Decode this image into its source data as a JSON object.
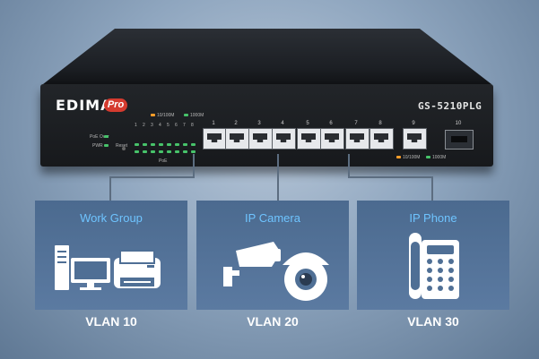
{
  "device": {
    "brand": "EDIMAX",
    "brand_suffix": "Pro",
    "model": "GS-5210PLG",
    "legend_10_100m": "10/100M",
    "legend_1000m": "1000M",
    "label_poe_over": "PoE Over",
    "label_pwr": "PWR",
    "label_reset": "Reset",
    "label_poe": "PoE",
    "ports": [
      "1",
      "2",
      "3",
      "4",
      "5",
      "6",
      "7",
      "8",
      "9"
    ],
    "sfp_port": "10",
    "bottom_legend_10_100m": "10/100M",
    "bottom_legend_1000m": "1000M",
    "led_colors": {
      "green": "#47c36a",
      "amber": "#ff9e29"
    }
  },
  "groups": [
    {
      "title": "Work Group",
      "vlan": "VLAN 10"
    },
    {
      "title": "IP Camera",
      "vlan": "VLAN 20"
    },
    {
      "title": "IP Phone",
      "vlan": "VLAN 30"
    }
  ],
  "colors": {
    "panel": "#4f6f95",
    "title": "#6ec4ff",
    "vlan": "#ffffff"
  }
}
